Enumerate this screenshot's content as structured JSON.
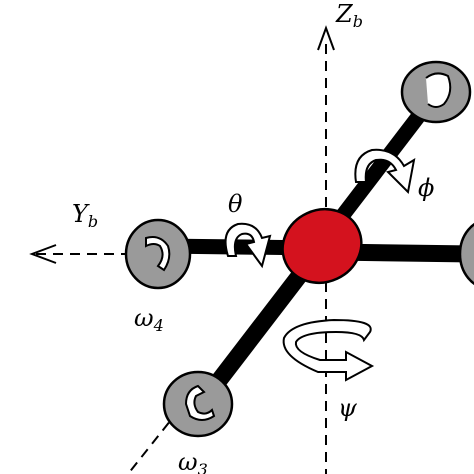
{
  "axes": {
    "z": {
      "letter": "Z",
      "subscript": "b"
    },
    "y": {
      "letter": "Y",
      "subscript": "b"
    }
  },
  "angles": {
    "theta": "θ",
    "phi": "ϕ",
    "psi": "ψ"
  },
  "rotors": [
    {
      "id": "omega4",
      "letter": "ω",
      "subscript": "4"
    },
    {
      "id": "omega3",
      "letter": "ω",
      "subscript": "3"
    }
  ],
  "colors": {
    "body": "#d4121e",
    "arm": "#000000",
    "rotor": "#9a9a9a",
    "axis_line": "#000000",
    "arrow_fill": "#ffffff"
  }
}
